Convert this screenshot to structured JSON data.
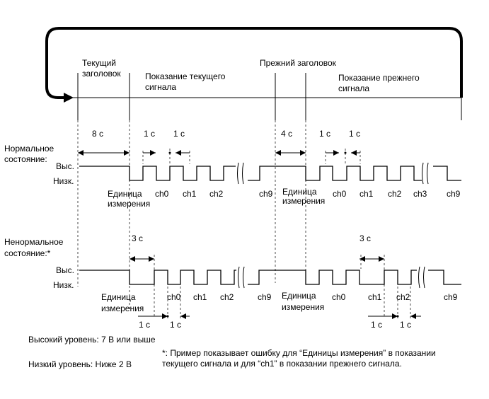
{
  "header": {
    "current_header": [
      "Текущий",
      "заголовок"
    ],
    "current_reading": [
      "Показание текущего",
      "сигнала"
    ],
    "previous_header": "Прежний заголовок",
    "previous_reading": [
      "Показание прежнего",
      "сигнала"
    ]
  },
  "normal": {
    "state_label": [
      "Нормальное",
      "состояние:"
    ],
    "high": "Выс.",
    "low": "Низк.",
    "dur_8s": "8 с",
    "dur_4s": "4 с",
    "dur_1s": "1 с",
    "unit": [
      "Единица",
      "измерения"
    ],
    "channels_current": [
      "ch0",
      "ch1",
      "ch2",
      "ch9"
    ],
    "channels_previous": [
      "ch0",
      "ch1",
      "ch2",
      "ch3",
      "ch9"
    ]
  },
  "abnormal": {
    "state_label": [
      "Ненормальное",
      "состояние:*"
    ],
    "high": "Выс.",
    "low": "Низк.",
    "dur_3s": "3 с",
    "dur_1s": "1 с",
    "unit": [
      "Единица",
      "измерения"
    ],
    "channels_current": [
      "ch0",
      "ch1",
      "ch2",
      "ch9"
    ],
    "channels_previous": [
      "ch0",
      "ch1",
      "ch2",
      "ch9"
    ]
  },
  "legend": {
    "high_level": "Высокий уровень: 7 В или выше",
    "low_level": "Низкий уровень: Ниже 2 В",
    "footnote": "*: Пример показывает ошибку для “Единицы измерения” в показании текущего сигнала и для “ch1” в показании прежнего сигнала."
  }
}
